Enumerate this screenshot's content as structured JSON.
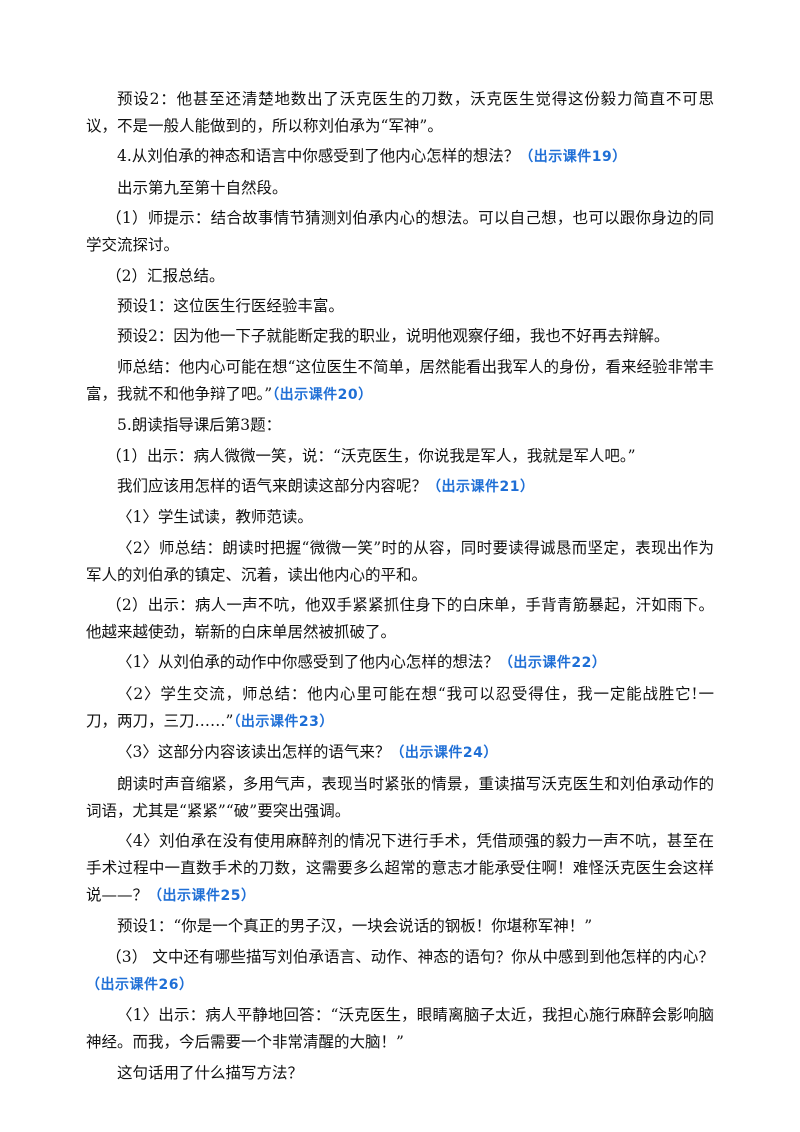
{
  "accent_color": "#1f6fd6",
  "paragraphs": [
    {
      "id": "p1",
      "text": "预设2：他甚至还清楚地数出了沃克医生的刀数，沃克医生觉得这份毅力简直不可思议，不是一般人能做到的，所以称刘伯承为“军神”。",
      "cue": ""
    },
    {
      "id": "p2",
      "text": "4.从刘伯承的神态和语言中你感受到了他内心怎样的想法？",
      "cue": "（出示课件19）"
    },
    {
      "id": "p3",
      "text": "出示第九至第十自然段。",
      "cue": ""
    },
    {
      "id": "p4",
      "text": "（1）师提示：结合故事情节猜测刘伯承内心的想法。可以自己想，也可以跟你身边的同学交流探讨。",
      "cue": ""
    },
    {
      "id": "p5",
      "text": "（2）汇报总结。",
      "cue": ""
    },
    {
      "id": "p6",
      "text": "预设1：这位医生行医经验丰富。",
      "cue": ""
    },
    {
      "id": "p7",
      "text": "预设2：因为他一下子就能断定我的职业，说明他观察仔细，我也不好再去辩解。",
      "cue": ""
    },
    {
      "id": "p8",
      "text": "师总结：他内心可能在想“这位医生不简单，居然能看出我军人的身份，看来经验非常丰富，我就不和他争辩了吧。”",
      "cue": "（出示课件20）"
    },
    {
      "id": "p9",
      "text": "5.朗读指导课后第3题：",
      "cue": ""
    },
    {
      "id": "p10",
      "text": "（1）出示：病人微微一笑，说：“沃克医生，你说我是军人，我就是军人吧。”",
      "cue": ""
    },
    {
      "id": "p11",
      "text": "我们应该用怎样的语气来朗读这部分内容呢？",
      "cue": "（出示课件21）"
    },
    {
      "id": "p12",
      "text": "〈1〉学生试读，教师范读。",
      "cue": ""
    },
    {
      "id": "p13",
      "text": "〈2〉师总结：朗读时把握“微微一笑”时的从容，同时要读得诚恳而坚定，表现出作为军人的刘伯承的镇定、沉着，读出他内心的平和。",
      "cue": ""
    },
    {
      "id": "p14",
      "text": "（2）出示：病人一声不吭，他双手紧紧抓住身下的白床单，手背青筋暴起，汗如雨下。他越来越使劲，崭新的白床单居然被抓破了。",
      "cue": ""
    },
    {
      "id": "p15",
      "text": "〈1〉从刘伯承的动作中你感受到了他内心怎样的想法？",
      "cue": "（出示课件22）"
    },
    {
      "id": "p16",
      "text": "〈2〉学生交流，师总结：他内心里可能在想“我可以忍受得住，我一定能战胜它!一刀，两刀，三刀……”",
      "cue": "（出示课件23）"
    },
    {
      "id": "p17",
      "text": "〈3〉这部分内容该读出怎样的语气来？",
      "cue": "（出示课件24）"
    },
    {
      "id": "p18",
      "text": "朗读时声音缩紧，多用气声，表现当时紧张的情景，重读描写沃克医生和刘伯承动作的词语，尤其是“紧紧”“破”要突出强调。",
      "cue": ""
    },
    {
      "id": "p19",
      "text": "〈4〉刘伯承在没有使用麻醉剂的情况下进行手术，凭借顽强的毅力一声不吭，甚至在手术过程中一直数手术的刀数，这需要多么超常的意志才能承受住啊！难怪沃克医生会这样说——？",
      "cue": "（出示课件25）"
    },
    {
      "id": "p20",
      "text": "预设1：“你是一个真正的男子汉，一块会说话的钢板！你堪称军神！”",
      "cue": ""
    },
    {
      "id": "p21",
      "text": "（3） 文中还有哪些描写刘伯承语言、动作、神态的语句？你从中感到到他怎样的内心？",
      "cue": "（出示课件26）"
    },
    {
      "id": "p22",
      "text": "〈1〉出示：病人平静地回答：“沃克医生，眼睛离脑子太近，我担心施行麻醉会影响脑神经。而我，今后需要一个非常清醒的大脑！”",
      "cue": ""
    },
    {
      "id": "p23",
      "text": "这句话用了什么描写方法？",
      "cue": ""
    }
  ]
}
